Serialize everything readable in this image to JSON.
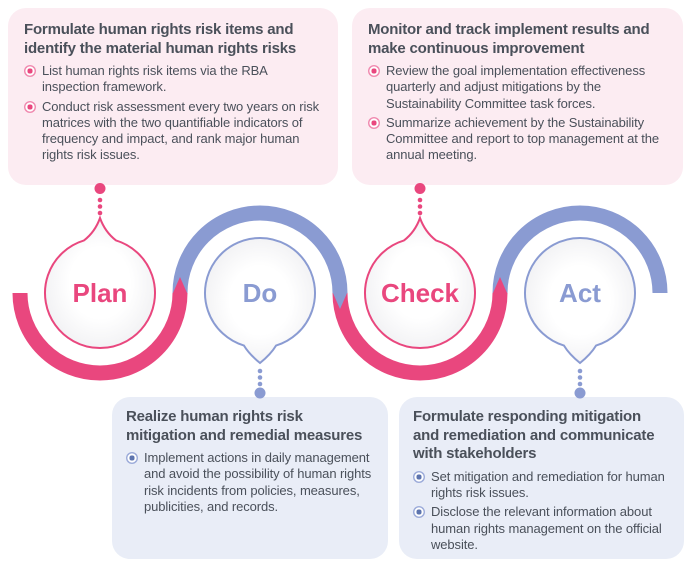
{
  "colors": {
    "pink": "#e9477e",
    "blue": "#8a9bd2",
    "pinkRing": "#f08bb0",
    "blueRing": "#9dacda",
    "blueCore": "#5d74ae",
    "pinkBoxBg": "#fcecf2",
    "blueBoxBg": "#e9edf7",
    "text": "#4a505a"
  },
  "cycle": {
    "steps": [
      {
        "label": "Plan",
        "color": "pink"
      },
      {
        "label": "Do",
        "color": "blue"
      },
      {
        "label": "Check",
        "color": "pink"
      },
      {
        "label": "Act",
        "color": "blue"
      }
    ]
  },
  "boxes": {
    "plan": {
      "title": "Formulate human rights risk items and identify the material human rights risks",
      "bullets": [
        "List human rights risk items via the RBA inspection framework.",
        "Conduct risk assessment every two years on risk matrices with the two quantifiable indicators of frequency and impact, and rank major human rights risk issues."
      ]
    },
    "check": {
      "title": "Monitor and track implement results and make continuous improvement",
      "bullets": [
        "Review the goal implementation effectiveness quarterly and adjust mitigations by the Sustainability Committee task forces.",
        "Summarize achievement by the Sustainability Committee and report to top management at the annual meeting."
      ]
    },
    "do": {
      "title": "Realize human rights risk mitigation and remedial measures",
      "bullets": [
        "Implement actions in daily management and avoid the possibility of human rights risk incidents from policies, measures, publicities, and records."
      ]
    },
    "act": {
      "title": "Formulate responding mitigation and remediation and communicate with stakeholders",
      "bullets": [
        "Set mitigation and remediation for human rights risk issues.",
        "Disclose the relevant information about human rights management on the official website."
      ]
    }
  }
}
